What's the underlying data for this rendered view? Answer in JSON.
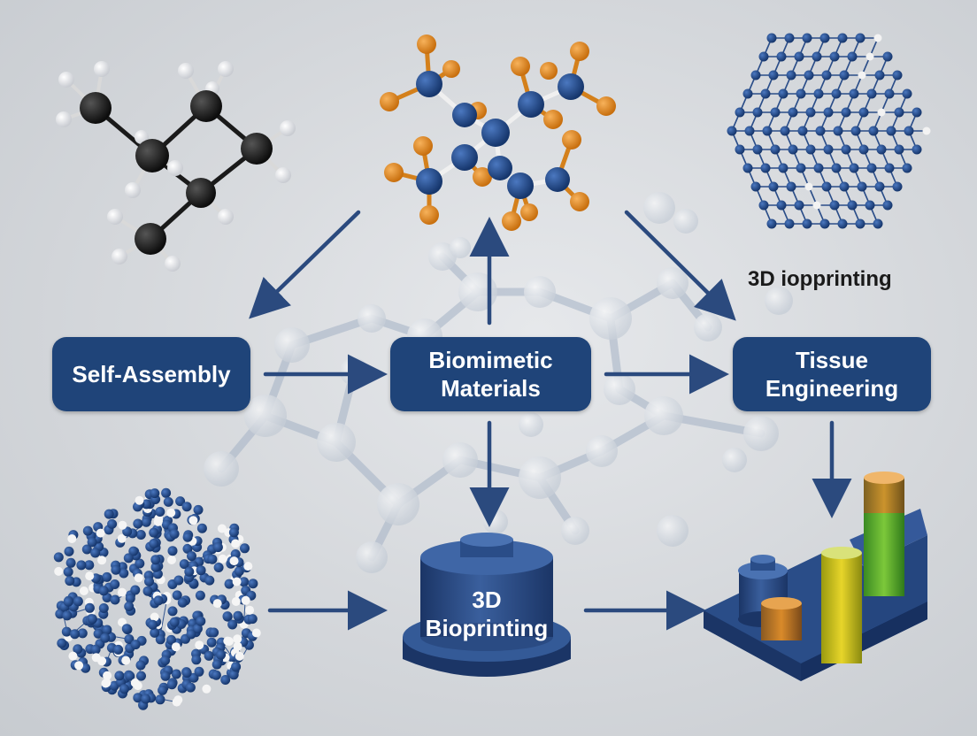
{
  "nodes": {
    "self_assembly": "Self-Assembly",
    "biomimetic_line1": "Biomimetic",
    "biomimetic_line2": "Materials",
    "tissue_line1": "Tissue",
    "tissue_line2": "Engineering"
  },
  "labels": {
    "top_right": "3D iopprinting",
    "printer_line1": "3D",
    "printer_line2": "Bioprinting"
  },
  "colors": {
    "node": "#1f4479",
    "arrow": "#2b4a7e",
    "atom_blue": "#1d4a8e",
    "atom_orange": "#e48a1e",
    "atom_black": "#1b1b1b",
    "atom_white": "#f4f4f4"
  }
}
